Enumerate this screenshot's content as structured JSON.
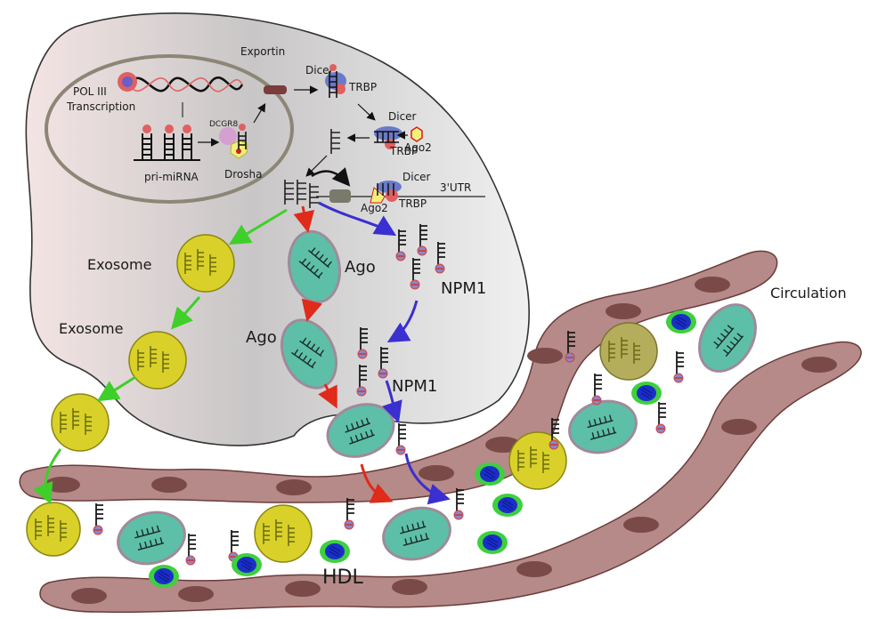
{
  "labels": {
    "exportin": "Exportin",
    "pol3_line1": "POL III",
    "pol3_line2": "Transcription",
    "dcgr8": "DCGR8",
    "pri_mirna": "pri-miRNA",
    "drosha": "Drosha",
    "dicer_1": "Dicer",
    "trbp_1": "TRBP",
    "dicer_2": "Dicer",
    "trbp_2": "TRBP",
    "ago2_1": "Ago2",
    "dicer_3": "Dicer",
    "utr": "3'UTR",
    "ago2_2": "Ago2",
    "trbp_3": "TRBP",
    "exosome_1": "Exosome",
    "exosome_2": "Exosome",
    "ago_1": "Ago",
    "ago_2": "Ago",
    "npm1_1": "NPM1",
    "npm1_2": "NPM1",
    "circulation": "Circulation",
    "hdl": "HDL"
  },
  "colors": {
    "cell_fill": "#d2d0d0",
    "nucleus_stroke": "#8c8676",
    "exosome": "#d9d12a",
    "ago": "#5dbfa8",
    "vessel": "#b58a88",
    "vessel_nucleus": "#7a4a48",
    "hdl_outer": "#3fcf3f",
    "hdl_inner": "#1a2fc8",
    "arrow_green": "#3fcf2a",
    "arrow_red": "#e02a1a",
    "arrow_blue": "#3a2fd0"
  }
}
